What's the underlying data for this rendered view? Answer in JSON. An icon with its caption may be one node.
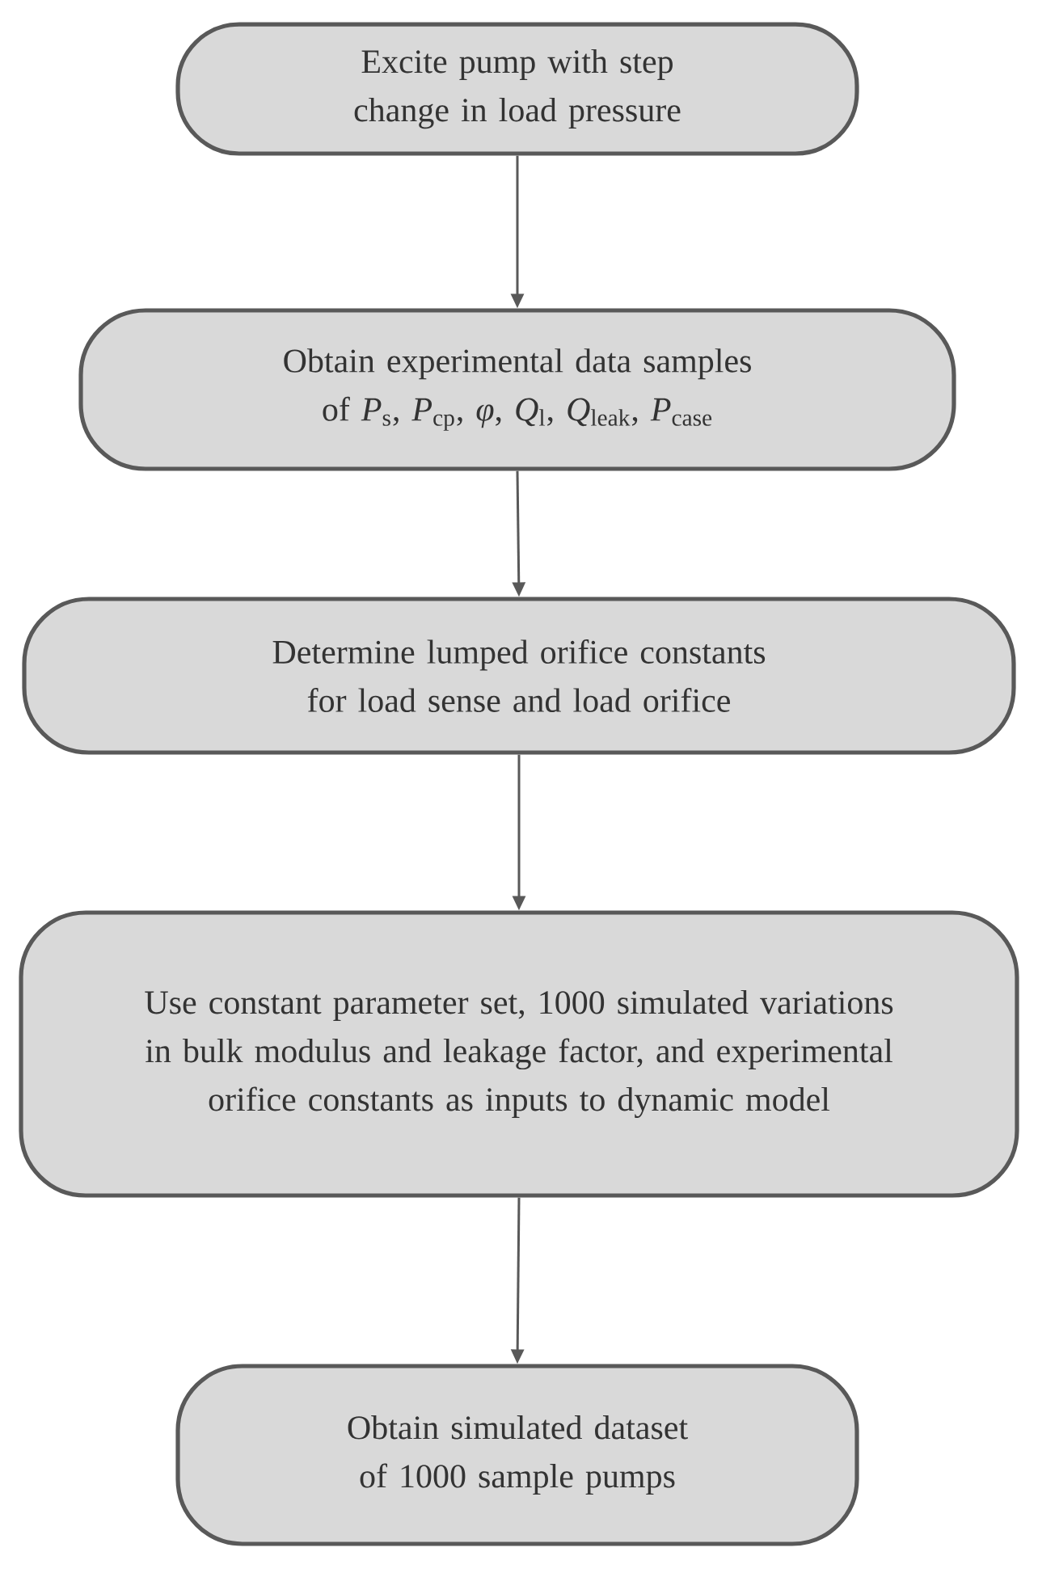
{
  "diagram": {
    "nodes": [
      {
        "text": [
          "Excite pump with step change in load pressure"
        ]
      },
      {
        "text": [
          "Obtain experimental data samples of *P*$_{s}$, *P*$_{cp}$, *φ*, *Q*$_{l}$, *Q*$_{leak}$, *P*$_{case}$"
        ]
      },
      {
        "text": [
          "Determine lumped orifice constants for load sense and load orifice"
        ]
      },
      {
        "text": [
          "Use constant parameter set, 1000 simulated variations in bulk modulus and leakage factor, and experimental orifice constants as inputs to dynamic model"
        ]
      },
      {
        "text": [
          "Obtain simulated dataset of 1000 sample pumps"
        ]
      }
    ],
    "edges": [
      {
        "from": 0,
        "to": 1,
        "arrow": "to"
      },
      {
        "from": 1,
        "to": 2,
        "arrow": "to"
      },
      {
        "from": 2,
        "to": 3,
        "arrow": "to"
      },
      {
        "from": 3,
        "to": 4,
        "arrow": "to"
      }
    ]
  }
}
